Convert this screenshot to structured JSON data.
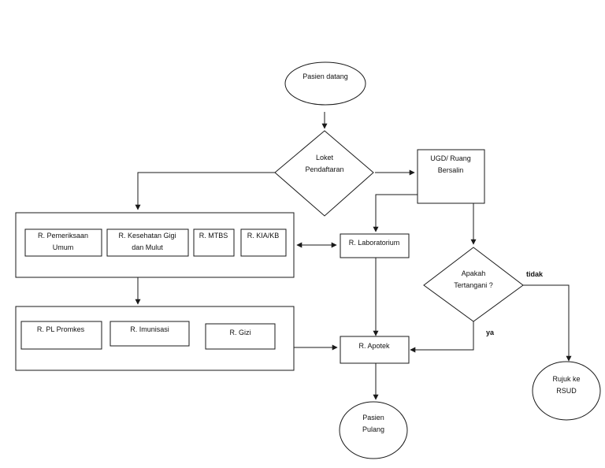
{
  "nodes": {
    "pasien_datang": "Pasien datang",
    "loket": [
      "Loket",
      "Pendaftaran"
    ],
    "ugd": [
      "UGD/ Ruang",
      "Bersalin"
    ],
    "pemeriksaan": [
      "R. Pemeriksaan",
      "Umum"
    ],
    "gigi": [
      "R. Kesehatan Gigi",
      "dan Mulut"
    ],
    "mtbs": "R. MTBS",
    "kia": "R. KIA/KB",
    "laboratorium": "R. Laboratorium",
    "apakah": [
      "Apakah",
      "Tertangani ?"
    ],
    "pl_promkes": "R. PL Promkes",
    "imunisasi": "R. Imunisasi",
    "gizi": "R. Gizi",
    "apotek": "R. Apotek",
    "rujuk": [
      "Rujuk ke",
      "RSUD"
    ],
    "pasien_pulang": [
      "Pasien",
      "Pulang"
    ]
  },
  "edge_labels": {
    "tidak": "tidak",
    "ya": "ya"
  }
}
